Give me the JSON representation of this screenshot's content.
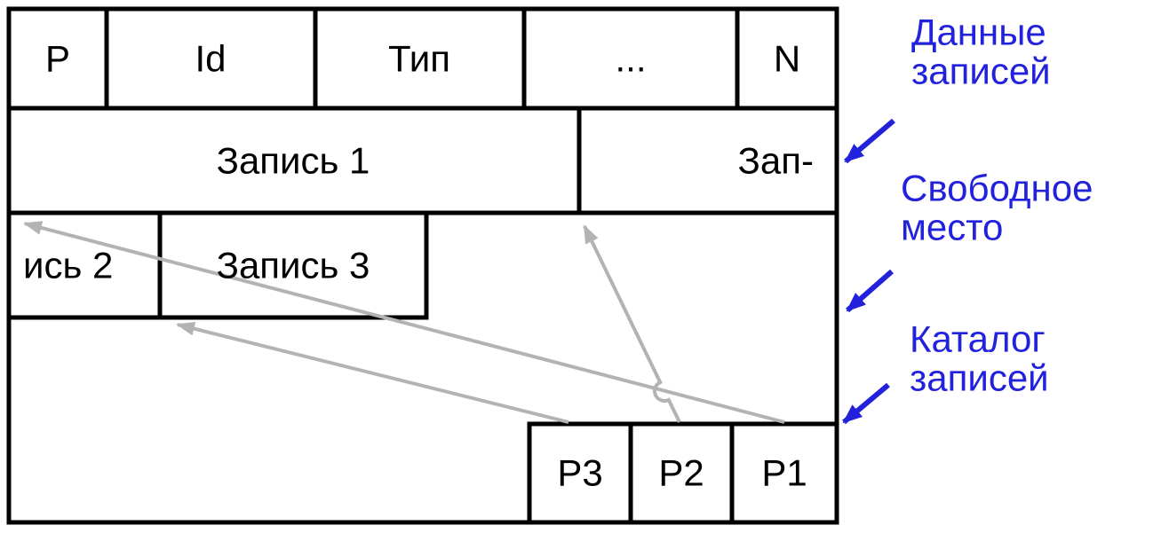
{
  "diagram": {
    "page_header": {
      "cells": [
        {
          "label": "P"
        },
        {
          "label": "Id"
        },
        {
          "label": "Тип"
        },
        {
          "label": "..."
        },
        {
          "label": "N"
        }
      ]
    },
    "records": {
      "record1_label": "Запись 1",
      "record2_start_label": "Зап-",
      "record2_end_label": "ись 2",
      "record3_label": "Запись 3"
    },
    "catalog": {
      "slots": [
        {
          "label": "P3"
        },
        {
          "label": "P2"
        },
        {
          "label": "P1"
        }
      ]
    },
    "annotations": {
      "record_data": {
        "line1": "Данные",
        "line2": "записей"
      },
      "free_space": {
        "line1": "Свободное",
        "line2": "место"
      },
      "catalog": {
        "line1": "Каталог",
        "line2": "записей"
      }
    },
    "colors": {
      "annotation": "#2222dd",
      "arrow": "#b3b3b3",
      "outline": "#000000",
      "background": "#ffffff"
    }
  }
}
